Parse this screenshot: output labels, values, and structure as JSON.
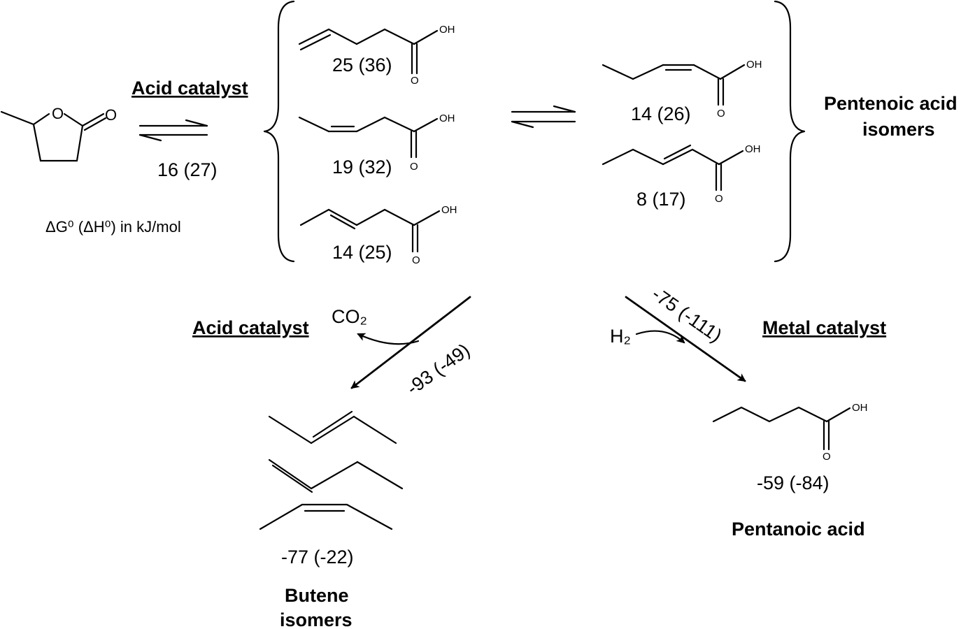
{
  "thermo_note": "ΔG⁰ (ΔH⁰) in kJ/mol",
  "catalysts": {
    "acid_top": "Acid catalyst",
    "acid_bottom": "Acid catalyst",
    "metal": "Metal catalyst"
  },
  "reagents": {
    "co2": "CO₂",
    "h2": "H₂"
  },
  "atom_labels": {
    "ring_oxygen": "O",
    "carbonyl_oxygen": "O",
    "hydroxyl": "OH",
    "oxo": "O"
  },
  "energies": {
    "gvl_to_pentenoic": "16 (27)",
    "isomer_a": "25 (36)",
    "isomer_b": "19 (32)",
    "isomer_c": "14 (25)",
    "isomer_d": "14 (26)",
    "isomer_e": "8 (17)",
    "decarboxylation": "-93 (-49)",
    "hydrogenation": "-75 (-111)",
    "butene": "-77 (-22)",
    "pentanoic": "-59 (-84)"
  },
  "group_labels": {
    "pentenoic_line1": "Pentenoic acid",
    "pentenoic_line2": "isomers",
    "butene_line1": "Butene",
    "butene_line2": "isomers",
    "pentanoic": "Pentanoic acid"
  }
}
